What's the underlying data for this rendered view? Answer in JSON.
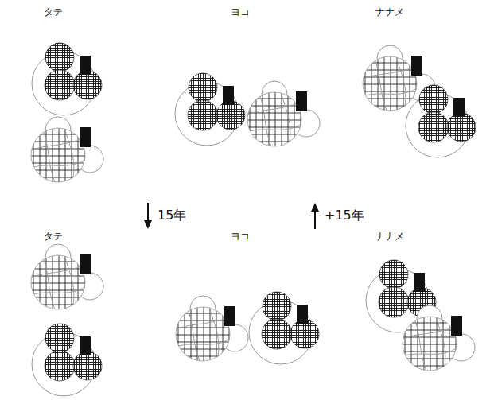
{
  "diagram": {
    "labels": [
      "タテ",
      "ヨコ",
      "ナナメ",
      "15年",
      "+15年",
      "タテ",
      "ヨコ",
      "ナナメ"
    ]
  }
}
